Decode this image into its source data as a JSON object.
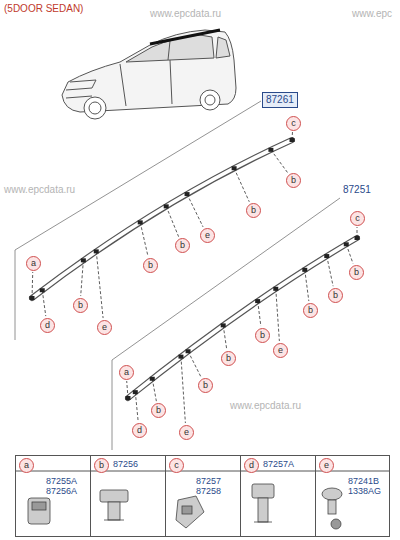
{
  "diagram": {
    "title": "(5DOOR SEDAN)",
    "nodes": [
      {
        "text": [
          "87261"
        ]
      },
      {
        "text": [
          "a",
          "87255A 87256A"
        ]
      },
      {
        "text": [
          "b",
          "87256"
        ]
      },
      {
        "text": [
          "c",
          "87257 87258"
        ]
      },
      {
        "text": [
          "d",
          "87257A"
        ]
      },
      {
        "text": [
          "e",
          "87241B 1338AG"
        ]
      }
    ],
    "labels": [
      "87251",
      "a",
      "d",
      "b",
      "e",
      "b",
      "b",
      "e",
      "b",
      "b",
      "c",
      "a",
      "d",
      "b",
      "e",
      "b",
      "b",
      "b",
      "e",
      "b",
      "b",
      "b",
      "c",
      "www.epcdata.ru",
      "www.epc",
      "www.epcdata.ru",
      "www.epcdata.ru"
    ]
  }
}
